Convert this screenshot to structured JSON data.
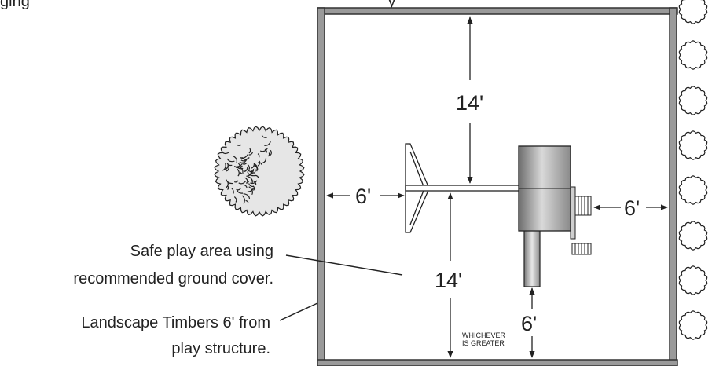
{
  "caption_fragment": "ging                                                                                  y",
  "dimensions": {
    "top_gap": "14'",
    "left_gap": "6'",
    "right_gap": "6'",
    "bottom_center": "14'",
    "bottom_right": "6'"
  },
  "note": {
    "line1": "WHICHEVER",
    "line2": "IS GREATER"
  },
  "callouts": {
    "play_area": {
      "line1": "Safe play area using",
      "line2": "recommended ground cover."
    },
    "timbers": {
      "line1": "Landscape Timbers 6' from",
      "line2": "play structure."
    }
  },
  "colors": {
    "timber_fill": "#9a9a9a",
    "timber_stroke": "#333333",
    "line": "#222222",
    "tree_fill": "#e6e6e6"
  }
}
